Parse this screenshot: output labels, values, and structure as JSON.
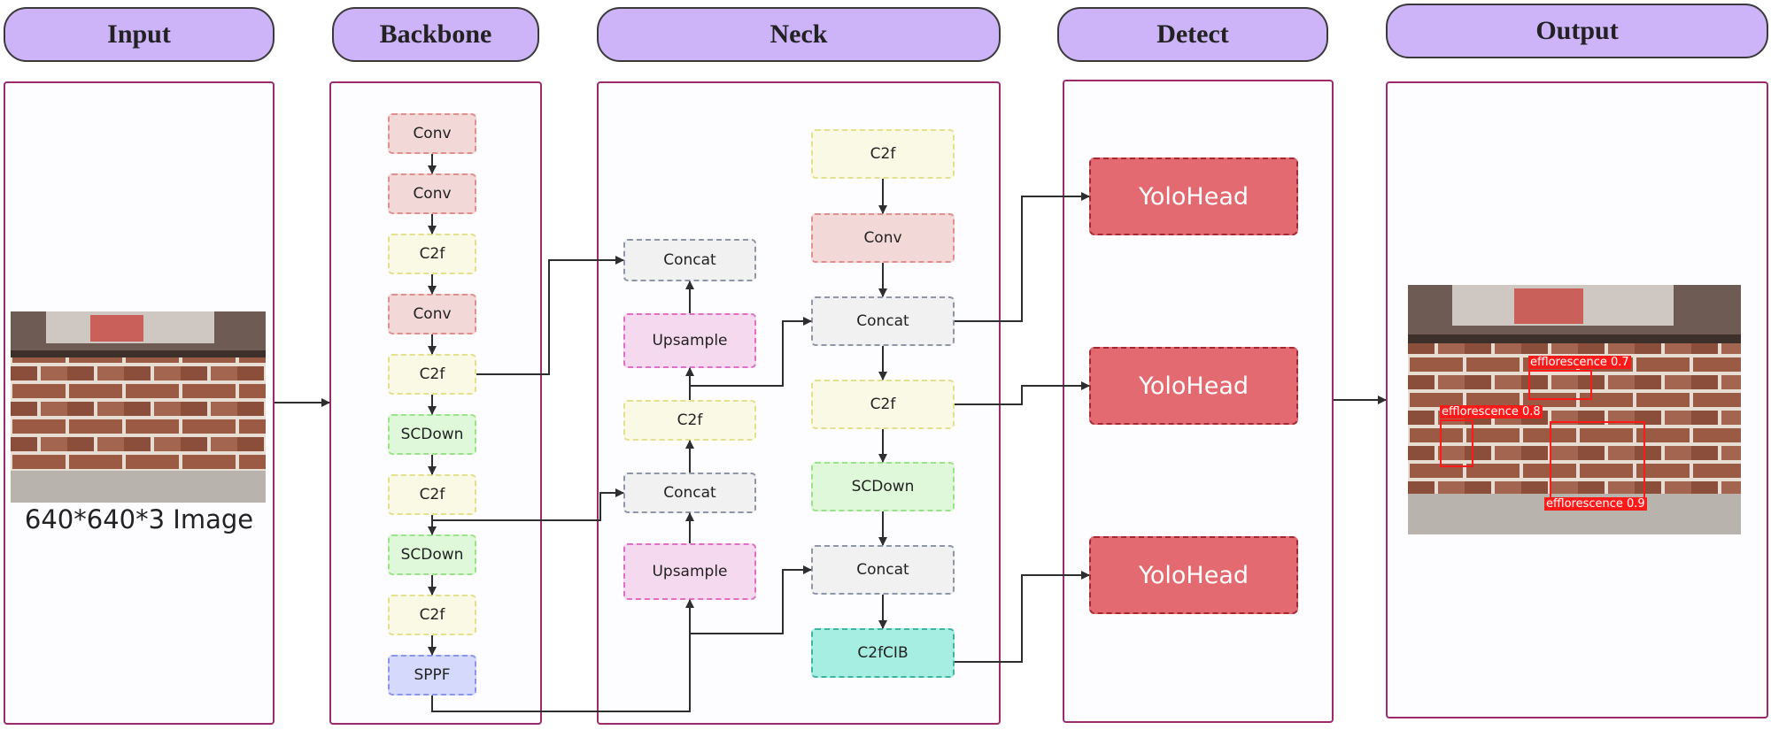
{
  "headers": {
    "input": "Input",
    "backbone": "Backbone",
    "neck": "Neck",
    "detect": "Detect",
    "output": "Output"
  },
  "input_caption": "640*640*3 Image",
  "backbone": {
    "b1": "Conv",
    "b2": "Conv",
    "b3": "C2f",
    "b4": "Conv",
    "b5": "C2f",
    "b6": "SCDown",
    "b7": "C2f",
    "b8": "SCDown",
    "b9": "C2f",
    "b10": "SPPF"
  },
  "neck": {
    "concat1": "Concat",
    "upsample1": "Upsample",
    "c2f_a": "C2f",
    "concat2": "Concat",
    "upsample2": "Upsample",
    "c2f_top": "C2f",
    "conv_r": "Conv",
    "concat3": "Concat",
    "c2f_r": "C2f",
    "scdown_r": "SCDown",
    "concat4": "Concat",
    "c2fcib": "C2fCIB"
  },
  "detect": {
    "head1": "YoloHead",
    "head2": "YoloHead",
    "head3": "YoloHead"
  },
  "detections": [
    {
      "label": "efflorescence 0.7"
    },
    {
      "label": "efflorescence 0.8"
    },
    {
      "label": "efflorescence 0.9"
    }
  ],
  "colors": {
    "header_fill": "#cdb3f7",
    "panel_border": "#9c2a6e",
    "yolohead": "#e36a70",
    "detection_box": "#ff1a1a"
  }
}
